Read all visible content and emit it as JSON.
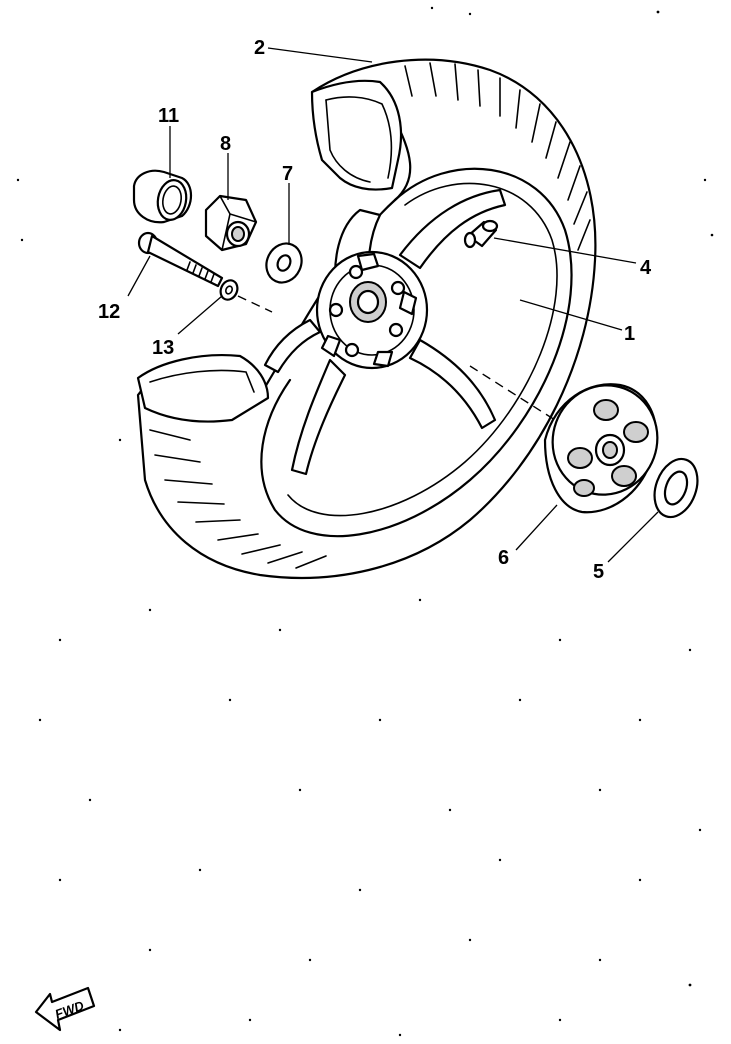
{
  "diagram": {
    "callouts": [
      "1",
      "2",
      "4",
      "5",
      "6",
      "7",
      "8",
      "11",
      "12",
      "13"
    ],
    "fwd_label": "FWD"
  },
  "colors": {
    "ink": "#000000",
    "background": "#ffffff"
  },
  "icons": {
    "direction": "fwd-arrow-icon"
  }
}
